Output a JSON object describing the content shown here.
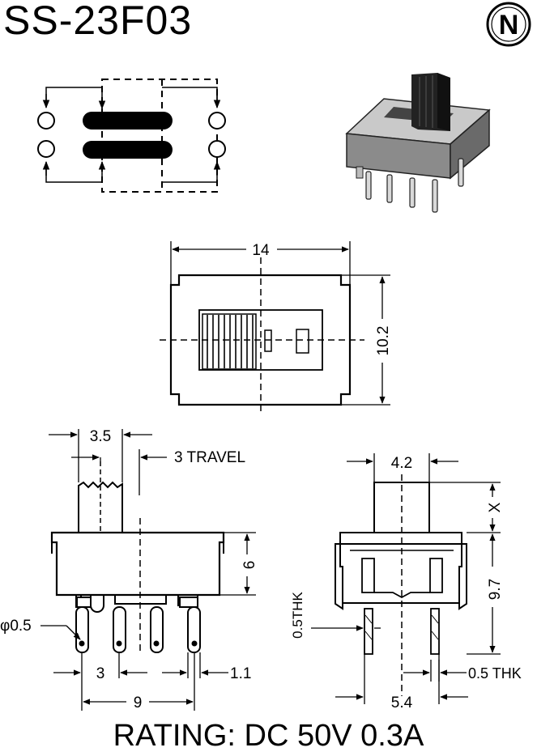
{
  "title": "SS-23F03",
  "rating": "RATING: DC 50V 0.3A",
  "logo_letter": "N",
  "dimensions": {
    "top_width": "14",
    "top_height": "10.2",
    "actuator_width": "3.5",
    "travel": "3 TRAVEL",
    "body_height": "6",
    "pin_diameter": "φ0.5",
    "pin_pitch": "3",
    "pin_span": "9",
    "pin_offset": "1.1",
    "end_width": "4.2",
    "end_x": "X",
    "end_height": "9.7",
    "end_thk_left": "0.5THK",
    "end_thk_right": "0.5 THK",
    "end_pin_span": "5.4"
  }
}
